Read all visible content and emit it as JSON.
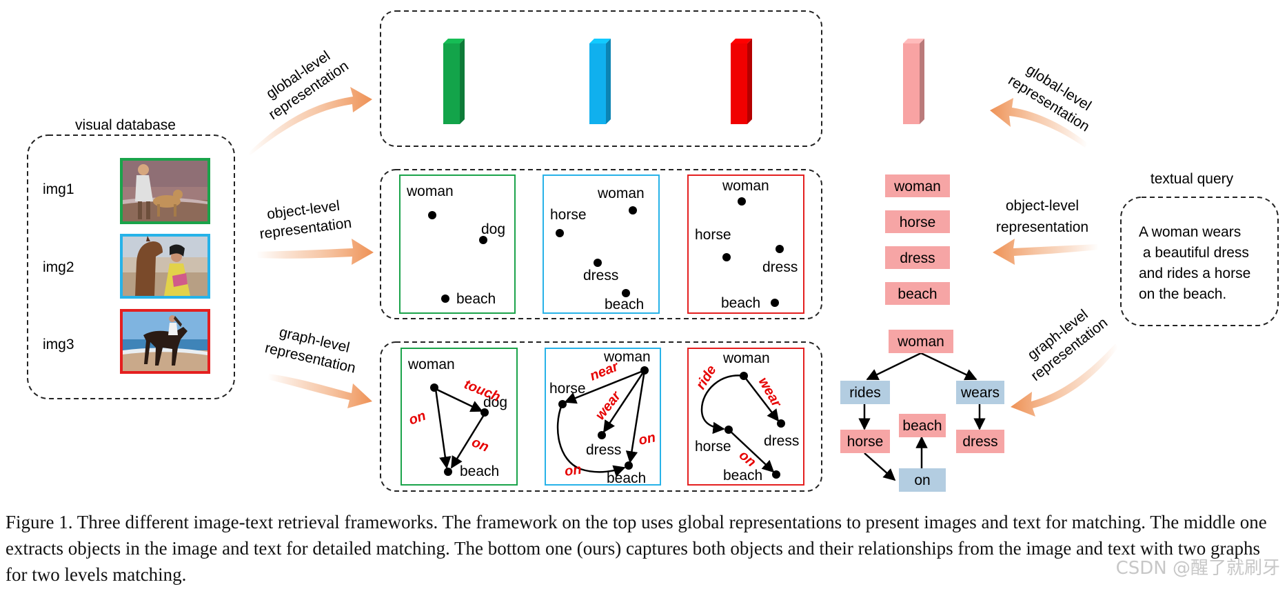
{
  "visual_database": {
    "title": "visual database",
    "images": [
      {
        "label": "img1",
        "color": "#1aa34a"
      },
      {
        "label": "img2",
        "color": "#27b2e8"
      },
      {
        "label": "img3",
        "color": "#e41f1f"
      }
    ]
  },
  "arrow_labels": {
    "global_left": [
      "global-level",
      "representation"
    ],
    "object_left": [
      "object-level",
      "representation"
    ],
    "graph_left": [
      "graph-level",
      "representation"
    ],
    "global_right": [
      "global-level",
      "representation"
    ],
    "object_right": [
      "object-level",
      "representation"
    ],
    "graph_right": [
      "graph-level",
      "representation"
    ]
  },
  "global_bars": [
    {
      "color": "#13a44a"
    },
    {
      "color": "#10b0ee"
    },
    {
      "color": "#f00000"
    },
    {
      "color": "#f8a3a3"
    }
  ],
  "object_panels": [
    {
      "color": "#1aa34a",
      "objects": [
        "woman",
        "dog",
        "beach"
      ]
    },
    {
      "color": "#27b2e8",
      "objects": [
        "woman",
        "horse",
        "dress",
        "beach"
      ]
    },
    {
      "color": "#e41f1f",
      "objects": [
        "woman",
        "horse",
        "dress",
        "beach"
      ]
    }
  ],
  "graph_panels": [
    {
      "color": "#1aa34a",
      "nodes": [
        "woman",
        "dog",
        "beach"
      ],
      "relations": [
        "touch",
        "on",
        "on"
      ]
    },
    {
      "color": "#27b2e8",
      "nodes": [
        "woman",
        "horse",
        "dress",
        "beach"
      ],
      "relations": [
        "near",
        "wear",
        "on",
        "on"
      ]
    },
    {
      "color": "#e41f1f",
      "nodes": [
        "woman",
        "horse",
        "dress",
        "beach"
      ],
      "relations": [
        "ride",
        "wear",
        "on"
      ]
    }
  ],
  "text_objects": [
    "woman",
    "horse",
    "dress",
    "beach"
  ],
  "text_graph": {
    "root": "woman",
    "relations": [
      "rides",
      "wears",
      "on"
    ],
    "objects": [
      "horse",
      "beach",
      "dress"
    ]
  },
  "textual_query": {
    "title": "textual query",
    "lines": [
      "A woman wears",
      " a beautiful dress",
      "and rides a horse",
      "on the beach."
    ]
  },
  "caption": "Figure 1. Three different image-text retrieval frameworks. The framework on the top uses global representations to present images and text for matching. The middle one extracts objects in the image and text for detailed matching. The bottom one (ours) captures both objects and their relationships from the image and text with two graphs for two levels matching.",
  "watermark": "CSDN @醒了就刷牙",
  "colors": {
    "object_box": "#f6a5a5",
    "relation_box": "#b3cde1",
    "relation_text": "#e60000",
    "arrow": "#f0a06a"
  }
}
